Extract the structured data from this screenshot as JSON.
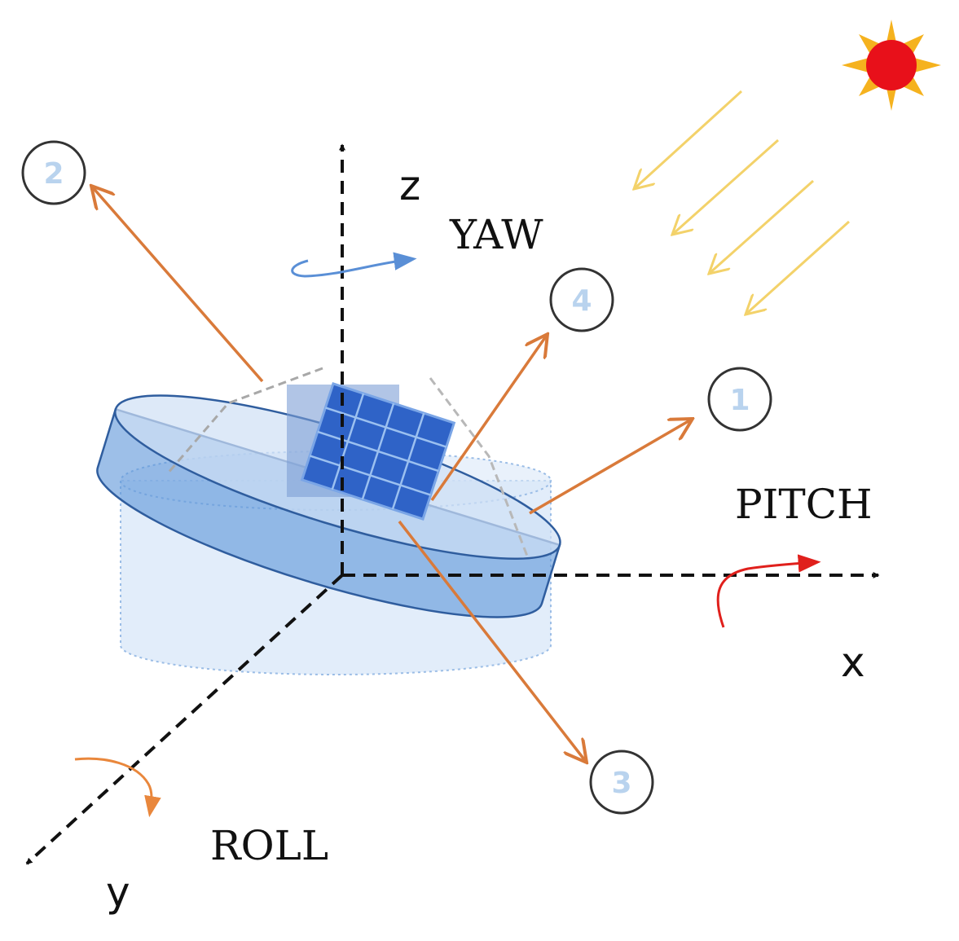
{
  "axes": {
    "x_label": "x",
    "y_label": "y",
    "z_label": "z"
  },
  "rotations": {
    "yaw": "YAW",
    "pitch": "PITCH",
    "roll": "ROLL"
  },
  "markers": [
    "1",
    "2",
    "3",
    "4"
  ],
  "icons": {
    "sun": "sun-icon",
    "solar_panel": "solar-panel-icon"
  },
  "colors": {
    "vector": "#d97a3a",
    "sunray": "#f3d26a",
    "sun_core": "#e8101a",
    "sun_rays": "#f5b21e",
    "body": "#5b95d8",
    "panel": "#2f63c7",
    "yaw_arrow": "#5a8fd6",
    "pitch_arrow": "#e0201c",
    "roll_arrow": "#e9873c"
  }
}
